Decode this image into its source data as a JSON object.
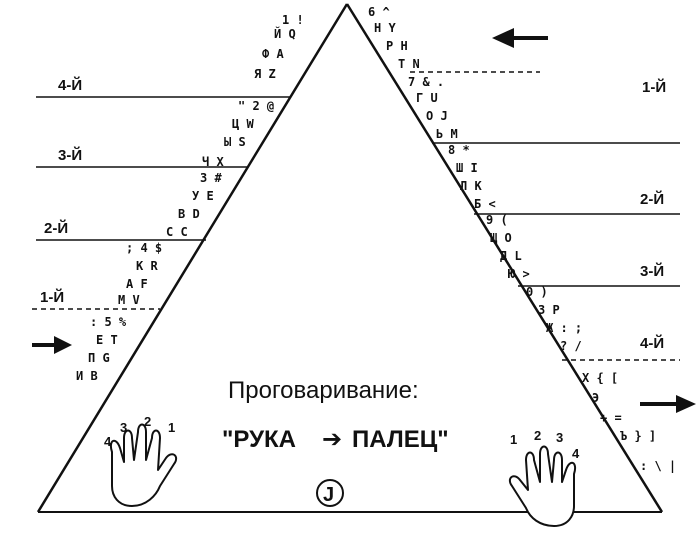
{
  "left_levels": [
    "4-Й",
    "3-Й",
    "2-Й",
    "1-Й"
  ],
  "right_levels": [
    "1-Й",
    "2-Й",
    "3-Й",
    "4-Й"
  ],
  "instruction": {
    "line1": "Проговаривание:",
    "line2_left": "\"РУКА",
    "line2_arrow": "➔",
    "line2_right": "ПАЛЕЦ\""
  },
  "left_hand_fingers": [
    "4",
    "3",
    "2",
    "1"
  ],
  "right_hand_fingers": [
    "1",
    "2",
    "3",
    "4"
  ],
  "badge": "J",
  "left_chars": [
    "1 !",
    "Й Q",
    "Ф А",
    "Я Z",
    "\" 2 @",
    "Ц W",
    "Ы S",
    "Ч X",
    "3 #",
    "У Е",
    "В D",
    "С С",
    "; 4 $",
    "К R",
    "А F",
    "М V",
    ": 5 %",
    "Е Т",
    "П G",
    "И В"
  ],
  "right_chars": [
    "6 ^",
    "Н Y",
    "Р Н",
    "Т N",
    "7 & .",
    "Г U",
    "О J",
    "Ь М",
    "8 *",
    "Ш I",
    "Л К",
    "Б <",
    "9 (",
    "Щ О",
    "Д L",
    "Ю >",
    "0 )",
    "З Р",
    "Ж : ;",
    "? /",
    "Х { [",
    "Э",
    "+ =",
    "Ъ } ]",
    ": \\ |"
  ]
}
